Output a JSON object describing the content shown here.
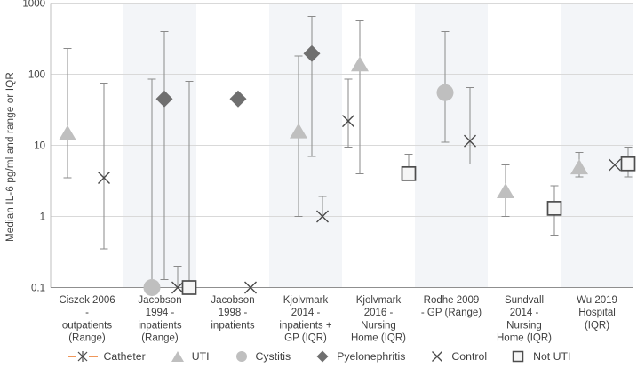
{
  "chart_data": {
    "type": "scatter",
    "title": "",
    "ylabel": "Median IL-6 pg/ml and range or IQR",
    "xlabel": "",
    "yscale": "log",
    "ylim": [
      0.1,
      1000
    ],
    "yticks": [
      1000,
      100,
      10,
      1,
      0.1
    ],
    "grid": "horizontal",
    "legend_position": "bottom",
    "legend": [
      {
        "label": "Catheter",
        "marker": "catheter"
      },
      {
        "label": "UTI",
        "marker": "triangle"
      },
      {
        "label": "Cystitis",
        "marker": "circle"
      },
      {
        "label": "Pyelonephritis",
        "marker": "diamond"
      },
      {
        "label": "Control",
        "marker": "xmark"
      },
      {
        "label": "Not UTI",
        "marker": "square"
      }
    ],
    "groups": [
      {
        "label_lines": [
          "Ciszek 2006",
          "-",
          "outpatients",
          "(Range)"
        ],
        "points": [
          {
            "series": "UTI",
            "marker": "triangle",
            "dx": -22,
            "median": 15,
            "lo": 3.5,
            "hi": 230
          },
          {
            "series": "Control",
            "marker": "xmark",
            "dx": 19,
            "median": 3.5,
            "lo": 0.35,
            "hi": 75
          }
        ]
      },
      {
        "label_lines": [
          "Jacobson",
          "1994 -",
          "inpatients",
          "(Range)"
        ],
        "points": [
          {
            "series": "Cystitis",
            "marker": "circle",
            "dx": -9,
            "median": 0.1,
            "hi": 85
          },
          {
            "series": "Pyelonephritis",
            "marker": "diamond",
            "dx": 5,
            "median": 45,
            "lo": 0.13,
            "hi": 400
          },
          {
            "series": "Control",
            "marker": "xmark",
            "dx": 20,
            "median": 0.1,
            "hi": 0.2
          },
          {
            "series": "Not UTI",
            "marker": "square",
            "dx": 33,
            "median": 0.1,
            "hi": 80
          }
        ]
      },
      {
        "label_lines": [
          "Jacobson",
          "1998 -",
          "inpatients"
        ],
        "points": [
          {
            "series": "Pyelonephritis",
            "marker": "diamond",
            "dx": 6,
            "median": 45
          },
          {
            "series": "Control",
            "marker": "xmark",
            "dx": 20,
            "median": 0.1
          }
        ]
      },
      {
        "label_lines": [
          "Kjolvmark",
          "2014 -",
          "inpatients +",
          "GP (IQR)"
        ],
        "points": [
          {
            "series": "UTI",
            "marker": "triangle",
            "dx": -8,
            "median": 16,
            "lo": 1,
            "hi": 180
          },
          {
            "series": "Pyelonephritis",
            "marker": "diamond",
            "dx": 7,
            "median": 195,
            "lo": 7,
            "hi": 650
          },
          {
            "series": "Control",
            "marker": "xmark",
            "dx": 19,
            "median": 1,
            "hi": 1.9
          }
        ]
      },
      {
        "label_lines": [
          "Kjolvmark",
          "2016 -",
          "Nursing",
          "Home (IQR)"
        ],
        "points": [
          {
            "series": "Control",
            "marker": "xmark",
            "dx": -34,
            "median": 22,
            "lo": 9.5,
            "hi": 85
          },
          {
            "series": "UTI",
            "marker": "triangle",
            "dx": -21,
            "median": 140,
            "lo": 4,
            "hi": 560
          },
          {
            "series": "Not UTI",
            "marker": "square",
            "dx": 34,
            "median": 4,
            "hi": 7.5
          }
        ]
      },
      {
        "label_lines": [
          "Rodhe 2009",
          "- GP (Range)"
        ],
        "points": [
          {
            "series": "Cystitis",
            "marker": "circle",
            "dx": -7,
            "median": 55,
            "lo": 11,
            "hi": 400
          },
          {
            "series": "Control",
            "marker": "xmark",
            "dx": 21,
            "median": 11.5,
            "lo": 5.5,
            "hi": 65
          }
        ]
      },
      {
        "label_lines": [
          "Sundvall",
          "2014 -",
          "Nursing",
          "Home (IQR)"
        ],
        "points": [
          {
            "series": "UTI",
            "marker": "triangle",
            "dx": -21,
            "median": 2.3,
            "lo": 1,
            "hi": 5.3
          },
          {
            "series": "Not UTI",
            "marker": "square",
            "dx": 34,
            "median": 1.3,
            "lo": 0.55,
            "hi": 2.7
          }
        ]
      },
      {
        "label_lines": [
          "Wu 2019",
          "Hospital",
          "(IQR)"
        ],
        "points": [
          {
            "series": "UTI",
            "marker": "triangle",
            "dx": -20,
            "median": 5,
            "lo": 3.6,
            "hi": 8
          },
          {
            "series": "Control",
            "marker": "xmark",
            "dx": 20,
            "median": 5.3
          },
          {
            "series": "Not UTI",
            "marker": "square",
            "dx": 35,
            "median": 5.5,
            "lo": 3.6,
            "hi": 9.5
          }
        ]
      }
    ],
    "colors": {
      "uti_cystitis_fill": "#BFBFBF",
      "pyelonephritis_fill": "#6F6F6F",
      "control_stroke": "#4A4A4A",
      "not_uti_fill": "#F5F5F5",
      "not_uti_stroke": "#4D4D4D",
      "catheter_line": "#ED7D31",
      "error_bar": "#8A8A8A",
      "gridline": "#D9D9D9",
      "axis_line": "#BFBFBF",
      "bottom_axis_line": "#8F8F8F",
      "band": "#F3F5F8",
      "axis_text": "#3F3F3F"
    }
  }
}
